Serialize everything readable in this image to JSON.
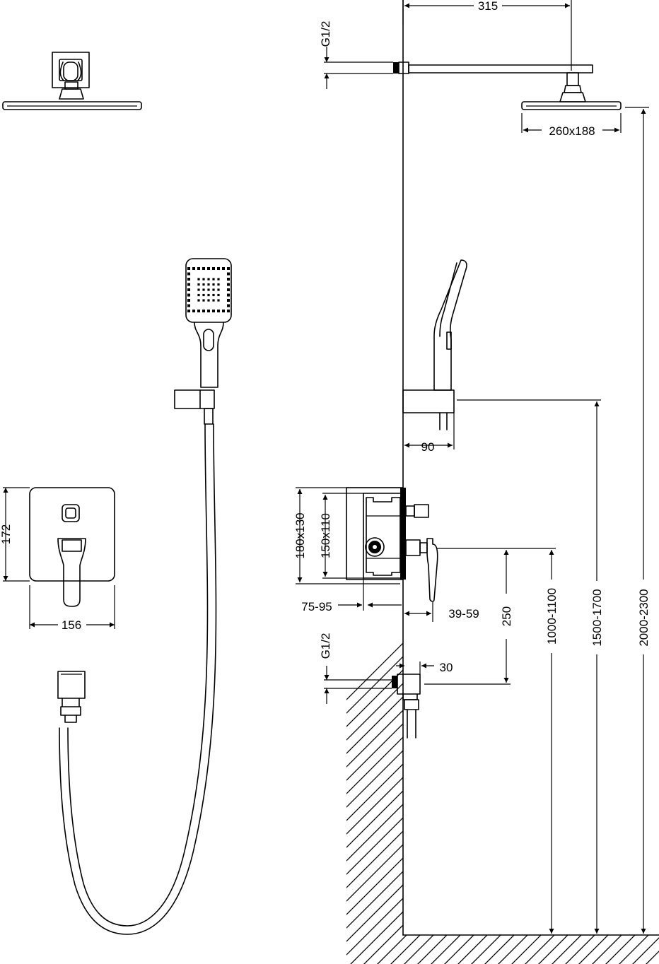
{
  "dimensions": {
    "arm_length": "315",
    "thread_top": "G1/2",
    "head_size": "260x188",
    "holder_offset": "90",
    "box_outer": "180x130",
    "box_inner": "150x110",
    "box_depth": "75-95",
    "lever_offset": "39-59",
    "mixer_to_outlet": "250",
    "thread_bottom": "G1/2",
    "outlet_offset": "30",
    "mixer_height": "1000-1100",
    "holder_height": "1500-1700",
    "head_height": "2000-2300",
    "plate_height": "172",
    "plate_width": "156"
  },
  "colors": {
    "line": "#000000",
    "background": "#ffffff"
  }
}
